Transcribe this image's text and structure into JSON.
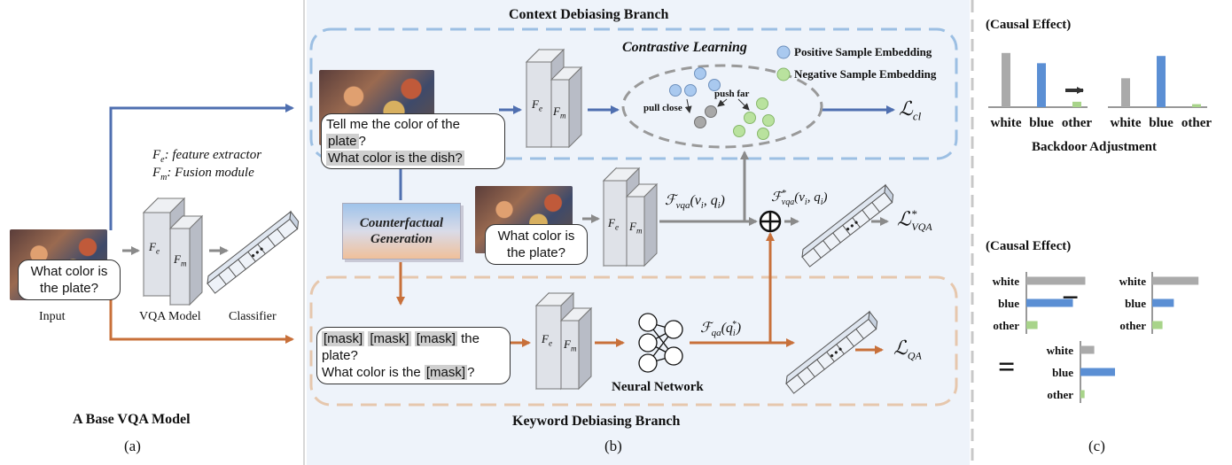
{
  "panel_a": {
    "legend_fe": "F",
    "legend_fe_sub": "e",
    "legend_fe_text": ": feature extractor",
    "legend_fm": "F",
    "legend_fm_sub": "m",
    "legend_fm_text": ": Fusion module",
    "question": "What color is the plate?",
    "input_label": "Input",
    "vqa_model_label": "VQA Model",
    "classifier_label": "Classifier",
    "title": "A Base VQA Model",
    "caption": "(a)"
  },
  "panel_b": {
    "context_title": "Context Debiasing Branch",
    "keyword_title": "Keyword Debiasing Branch",
    "caption": "(b)",
    "context_q1_pre": "Tell me the color of the",
    "context_q1_hl": "plate",
    "context_q1_post": "?",
    "context_q2": "What color is the dish?",
    "contrastive_title": "Contrastive Learning",
    "positive_legend": "Positive  Sample Embedding",
    "negative_legend": "Negative Sample Embedding",
    "pull_close": "pull close",
    "push_far": "push far",
    "loss_cl": "ℒ",
    "loss_cl_sub": "cl",
    "cf_generation": "Counterfactual Generation",
    "main_question": "What color is the plate?",
    "f_vqa": "ℱ",
    "f_vqa_sub": "vqa",
    "f_vqa_args": "(v",
    "f_vqa_star": "ℱ",
    "loss_vqa": "ℒ",
    "loss_vqa_sub": "VQA",
    "mask_token": "[mask]",
    "keyword_q1_post": "the plate?",
    "keyword_q2_pre": "What color is the",
    "keyword_q2_post": "?",
    "neural_network": "Neural Network",
    "f_qa": "ℱ",
    "f_qa_sub": "qa",
    "loss_qa": "ℒ",
    "loss_qa_sub": "QA",
    "oplus": "⊕"
  },
  "panel_c": {
    "causal_effect_1": "(Causal Effect)",
    "causal_effect_2": "(Causal Effect)",
    "backdoor": "Backdoor Adjustment",
    "caption": "(c)",
    "categories": [
      "white",
      "blue",
      "other"
    ],
    "colors": {
      "white": "#aaaaaa",
      "blue": "#5b8fd4",
      "other": "#a8d48a"
    },
    "minus": "−",
    "equals": "="
  },
  "colors": {
    "context_branch": "#9cbfe3",
    "keyword_branch": "#e6c7ad",
    "blue_arrow": "#4f6fb0",
    "orange_arrow": "#c8703a",
    "gray_arrow": "#8a8a8a",
    "positive": "#a9c9ef",
    "negative": "#b9e29e"
  },
  "chart_data": [
    {
      "type": "bar",
      "categories": [
        "white",
        "blue",
        "other"
      ],
      "values": [
        0.9,
        0.73,
        0.09
      ]
    },
    {
      "type": "bar",
      "categories": [
        "white",
        "blue",
        "other"
      ],
      "values": [
        0.48,
        0.85,
        0.05
      ]
    },
    {
      "type": "bar",
      "orientation": "horizontal",
      "categories": [
        "white",
        "blue",
        "other"
      ],
      "values": [
        0.95,
        0.75,
        0.18
      ]
    },
    {
      "type": "bar",
      "orientation": "horizontal",
      "categories": [
        "white",
        "blue",
        "other"
      ],
      "values": [
        0.9,
        0.42,
        0.2
      ]
    },
    {
      "type": "bar",
      "orientation": "horizontal",
      "categories": [
        "white",
        "blue",
        "other"
      ],
      "values": [
        0.3,
        0.75,
        0.09
      ]
    }
  ]
}
